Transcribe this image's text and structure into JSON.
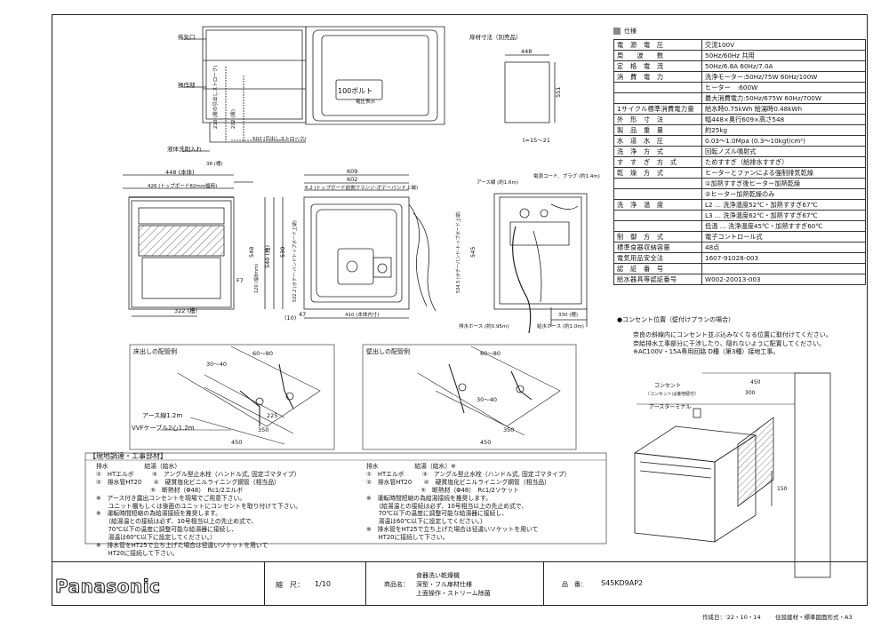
{
  "spec": {
    "header": "仕様",
    "rows": [
      {
        "k": "電　源　電　圧",
        "v": "交流100V"
      },
      {
        "k": "周　　波　　数",
        "v": "50Hz/60Hz 共用"
      },
      {
        "k": "定　格　電　流",
        "v": "50Hz/6.8A 60Hz/7.0A"
      },
      {
        "k": "消　費　電　力",
        "v": "洗浄モーター:50Hz/75W 60Hz/100W"
      },
      {
        "k": "",
        "v": "ヒーター　:600W"
      },
      {
        "k": "",
        "v": "最大消費電力:50Hz/675W 60Hz/700W"
      },
      {
        "k": "1サイクル標準消費電力量",
        "v": "給水時0.75kWh 給湯時0.48kWh"
      },
      {
        "k": "外　形　寸　法",
        "v": "幅448×奥行609×高さ548"
      },
      {
        "k": "製　品　重　量",
        "v": "約25kg"
      },
      {
        "k": "水　道　水　圧",
        "v": "0.03〜1.0Mpa (0.3〜10kgf/cm²)"
      },
      {
        "k": "洗　浄　方　式",
        "v": "回転ノズル噴射式"
      },
      {
        "k": "す　す　ぎ　方　式",
        "v": "ためすすぎ（給排水すすぎ）"
      },
      {
        "k": "乾　燥　方　式",
        "v": "ヒーターとファンによる強制排気乾燥"
      },
      {
        "k": "",
        "v": "①加熱すすぎ後ヒーター加熱乾燥"
      },
      {
        "k": "",
        "v": "②ヒーター加熱乾燥のみ"
      },
      {
        "k": "洗　浄　温　度",
        "v": "L2 … 洗浄温度52℃・加熱すすぎ67℃"
      },
      {
        "k": "",
        "v": "L3 … 洗浄温度62℃・加熱すすぎ67℃"
      },
      {
        "k": "",
        "v": "低温 … 洗浄温度45℃・加熱すすぎ60℃"
      },
      {
        "k": "制　御　方　式",
        "v": "電子コントロール式"
      },
      {
        "k": "標準食器収納容量",
        "v": "48点"
      },
      {
        "k": "電気用品安全法",
        "v": "1607-91028-003"
      },
      {
        "k": "認　証　番　号",
        "v": ""
      },
      {
        "k": "給水器具等認証番号",
        "v": "W002-20013-003"
      }
    ]
  },
  "drawings": {
    "panel_size_title": "扉材寸法（別売品）",
    "panel_w": "448",
    "panel_h": "551",
    "panel_t": "t=15〜21",
    "top_labels": {
      "exhaust": "排気口",
      "operation": "操作部",
      "detergent": "液体洗剤入れ",
      "bolt": "100ボルト",
      "voltage": "電圧表示",
      "d210": "210 (扉の引出しストローク)",
      "d202": "202 (扉)",
      "d507": "507 (引出しストローク)"
    },
    "front_labels": {
      "w448": "448 (本体)",
      "w426": "426 (トップボード82mm幅時)",
      "w322": "322 (槽)",
      "h548": "548",
      "h540": "540 (槽)",
      "h530": "530",
      "f7": "F7",
      "d120": "120 (幅8mm)",
      "d10": "(10)",
      "d38": "38 (槽)"
    },
    "side_labels": {
      "d609": "609",
      "d602": "602",
      "top_flange": "6.2 (トップボード前側フランジ-ボデーパンド上端)",
      "d410": "410 (本体内寸)",
      "d47": "47",
      "d545": "545",
      "d534": "534.5 (ボデーパンド-トップボード上端)",
      "d5322": "532.2 (ボデー-バンドトップボード上端)"
    },
    "rear_labels": {
      "earth": "アース線 (約1.6m)",
      "cord": "電源コード、プラグ (約1.4m)",
      "drain_hose": "排水ホース (約0.95m)",
      "supply_hose": "給水ホース (約1.0m)",
      "d330": "330 (槽)"
    },
    "floor_title": "床出しの配管例",
    "wall_title": "壁出しの配管例",
    "floor_dims": [
      "30〜40",
      "60〜80",
      "225",
      "350",
      "450",
      "1.2m"
    ],
    "floor_labels": {
      "earth": "アース線1.2m",
      "vvf": "VVFケーブル2心1.2m"
    },
    "wall_dims": [
      "60〜80",
      "30〜40",
      "350",
      "450"
    ],
    "outlet_title": "●コンセント位置（壁付けプランの場合）",
    "outlet_notes": "奈良の斜線内にコンセント並ぶ込みなくなる位置に取付けてください。\n奈給排水工事部分に干渉したり、隠れないように配置してください。\n※AC100V・15A専用回路 D種（第3種）接地工事。",
    "outlet_labels": {
      "outlet": "コンセント",
      "outlet_sub": "（コンセントは接地極付）",
      "earth_terminal": "アースターミナル",
      "d450": "450",
      "d300": "300",
      "d150": "150"
    }
  },
  "materials": {
    "heading": "【現地調達・工事部材】",
    "left": "排水　　　　　　給湯（給水）\n①　HTエルボ　　　③　アングル型止水栓（ハンドル式, 固定ゴマタイプ）\n②　排水管HT20　　④　硬質塩化ビニルライニング鋼管（相当品）\n　　　　　　　　　⑤　断熱材（Φ48）　Rc1/2エルボ\n※　アース付き露出コンセントを現場でご用意下さい。\n　　ユニット棚もしくは後面のユニットにコンセントを取り付けて下さい。\n※　運転時間短縮の為給湯接続を推奨します。\n　　（給湯温との接続は必ず、10号相当以上の先止め式で、\n　　70℃以下の温度に調整可能な給湯器に接続し、\n　　湯温は60℃以下に設定してください。）\n※　排水管をHT25で立ち上げた場合は径違いソケットを用いて\n　　HT20に接続して下さい。",
    "right": "排水　　　　　　給湯（給水）※\n①　HTエルボ　　　③　アングル型止水栓（ハンドル式, 固定ゴマタイプ）\n②　排水管HT20　　④　硬質塩化ビニルライニング鋼管（相当品）\n　　　　　　　　　⑤　断熱材（Φ48）　Rc1/2ソケット\n※　運転時間短縮の為給湯接続を推奨します。\n　　（給湯温との接続は必ず、10号相当以上の先止め式で、\n　　70℃以下の温度に調整可能な給湯器に接続し、\n　　湯温は60℃以下に設定してください。）\n※　排水管をHT25で立ち上げた場合は径違いソケットを用いて\n　　HT20に接続して下さい。"
  },
  "title_block": {
    "brand": "Panasonic",
    "scale_label": "縮　尺：",
    "scale": "1/10",
    "product_label": "商品名：",
    "product_line1": "食器洗い乾燥機",
    "product_line2": "深型・フル扉材仕様",
    "product_line3": "上面操作・ストリーム除菌",
    "model_label": "品　番：",
    "model": "S45KD9AP2",
    "created": "作成日：'22・10・14",
    "sheet": "住設建材・標準図面形式・A3"
  }
}
